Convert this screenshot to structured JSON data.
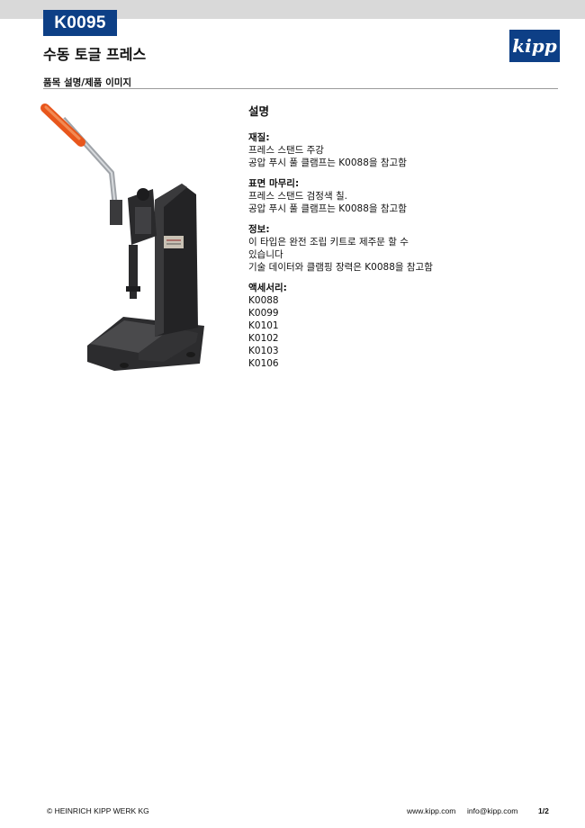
{
  "header": {
    "code": "K0095",
    "title": "수동 토글 프레스",
    "logo_text": "kipp",
    "brand_color": "#0d3f86"
  },
  "section_label": "품목 설명/제품 이미지",
  "description": {
    "heading": "설명",
    "groups": [
      {
        "title": "재질:",
        "lines": [
          "프레스 스탠드 주강",
          "공압 푸시 풀 클램프는 K0088을 참고함"
        ]
      },
      {
        "title": "표면 마무리:",
        "lines": [
          "프레스 스탠드 검정색 칠.",
          "공압 푸시 풀 클램프는 K0088을 참고함"
        ]
      },
      {
        "title": "정보:",
        "lines": [
          "이 타입은 완전 조립 키트로 제주문 할 수",
          "있습니다",
          "기술 데이터와 클램핑 장력은 K0088을 참고함"
        ]
      },
      {
        "title": "액세서리:",
        "lines": [
          "K0088",
          "K0099",
          "K0101",
          "K0102",
          "K0103",
          "K0106"
        ]
      }
    ]
  },
  "product_image": {
    "icon": "toggle-press-image",
    "handle_color": "#e8561c"
  },
  "footer": {
    "company": "© HEINRICH KIPP WERK KG",
    "website": "www.kipp.com",
    "email": "info@kipp.com",
    "page": "1/2"
  }
}
